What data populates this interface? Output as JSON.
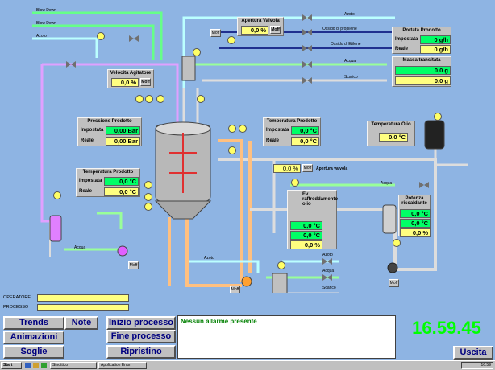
{
  "pipe_labels": {
    "blow_down_1": "Blow Down",
    "blow_down_2": "Blow Down",
    "azoto_left": "Azoto",
    "azoto_top": "Azoto",
    "ossido_propilene": "Ossido di propilene",
    "ossido_etilene": "Ossido di Etilene",
    "acqua_top": "Acqua",
    "scarico_top": "Scarico",
    "acqua_mid": "Acqua",
    "acqua_left": "Acqua",
    "azoto_bottom": "Azoto",
    "azoto_right": "Azoto",
    "acqua_bottom": "Acqua",
    "scarico_bottom": "Scarico"
  },
  "apertura_valvola_top": {
    "title": "Apertura Valvola",
    "value": "0,0 %"
  },
  "portata_prodotto": {
    "title": "Portata Prodotto",
    "impostata_label": "Impostata",
    "impostata": "0 g/h",
    "reale_label": "Reale",
    "reale": "0 g/h"
  },
  "massa_transitata": {
    "title": "Massa transitata",
    "value1": "0,0 g",
    "value2": "0,0 g"
  },
  "velocita_agitatore": {
    "title": "Velocità Agitatore",
    "value": "0,0 %"
  },
  "pressione_prodotto": {
    "title": "Pressione Prodotto",
    "impostata_label": "Impostata",
    "impostata": "0,00 Bar",
    "reale_label": "Reale",
    "reale": "0,00 Bar"
  },
  "temperatura_prodotto_top": {
    "title": "Temperatura Prodotto",
    "impostata_label": "Impostata",
    "impostata": "0,0 °C",
    "reale_label": "Reale",
    "reale": "0,0 °C"
  },
  "temperatura_olio": {
    "title": "Temperatura Olio",
    "value": "0,0 °C"
  },
  "temperatura_prodotto_left": {
    "title": "Temperatura Prodotto",
    "impostata_label": "Impostata",
    "impostata": "0,0 °C",
    "reale_label": "Reale",
    "reale": "0,0 °C"
  },
  "apertura_valvola_mid": {
    "title": "Apertura valvola",
    "value": "0,0 %"
  },
  "ev_raffreddamento": {
    "title": "Ev raffreddamento olio",
    "v1": "0,0 °C",
    "v2": "0,0 °C",
    "v3": "0,0 %"
  },
  "potenza_riscaldante": {
    "title": "Potenza riscaldante",
    "v1": "0,0 °C",
    "v2": "0,0 °C",
    "v3": "0,0 %"
  },
  "motor_label": "Moff",
  "bottom": {
    "operatore_label": "OPERATORE",
    "processo_label": "PROCESSO",
    "trends": "Trends",
    "note": "Note",
    "animazioni": "Animazioni",
    "soglie": "Soglie",
    "inizio_processo": "Inizio processo",
    "fine_processo": "Fine processo",
    "ripristino": "Ripristino",
    "alarm_text": "Nessun allarme presente",
    "clock": "16.59.45",
    "uscita": "Uscita"
  },
  "taskbar": {
    "start": "Start",
    "task1": "Sinottico",
    "task2": "Application Error",
    "time": "16.59"
  }
}
